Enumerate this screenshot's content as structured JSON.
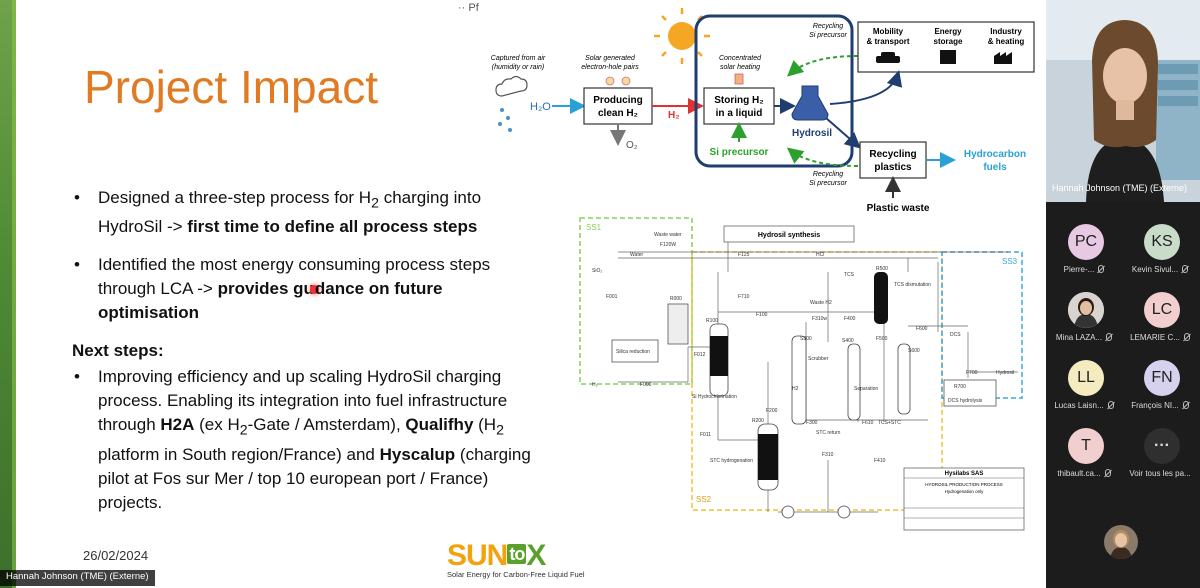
{
  "slide": {
    "title": "Project Impact",
    "share_indicator": "·· Pf",
    "bullets": [
      {
        "prefix": "Designed a three-step process for H",
        "sub": "2",
        "mid": " charging into HydroSil -> ",
        "bold": "first time to define all process steps"
      },
      {
        "prefix": "Identified the most energy consuming process steps through LCA -> ",
        "bold_a": "provides gu",
        "bold_b": "dance on future optimisation"
      }
    ],
    "next_steps_heading": "Next steps:",
    "next_steps_bullet": {
      "t1": "Improving efficiency and up scaling HydroSil charging process. Enabling its integration into fuel infrastructure through ",
      "b1": "H2A",
      "t2": " (ex H",
      "s1": "2",
      "t3": "-Gate / Amsterdam), ",
      "b2": "Qualifhy",
      "t4": " (H",
      "s2": "2",
      "t5": " platform in South region/France) and ",
      "b3": "Hyscalup",
      "t6": " (charging pilot at Fos sur Mer / top 10 european port / France) projects."
    },
    "bullet_char": "•",
    "date": "26/02/2024",
    "logo": {
      "sun": "SUN",
      "to": "to",
      "x": "X",
      "subtitle": "Solar Energy for Carbon-Free Liquid Fuel"
    }
  },
  "diagram": {
    "captured": [
      "Captured from air",
      "(humidity or rain)"
    ],
    "solar_pairs": [
      "Solar generated",
      "electron-hole pairs"
    ],
    "concentrated": [
      "Concentrated",
      "solar heating"
    ],
    "h2o": "H₂O",
    "producing": [
      "Producing",
      "clean H₂"
    ],
    "h2": "H₂",
    "o2": "O₂",
    "storing": [
      "Storing H₂",
      "in a liquid"
    ],
    "hydrosil": "Hydrosil",
    "si_precursor": "Si precursor",
    "recycling_top": [
      "Recycling",
      "Si precursor"
    ],
    "recycling_bottom": [
      "Recycling",
      "Si precursor"
    ],
    "mobility": [
      "Mobility",
      "& transport"
    ],
    "energy": [
      "Energy",
      "storage"
    ],
    "industry": [
      "Industry",
      "& heating"
    ],
    "recycling_plastics": [
      "Recycling",
      "plastics"
    ],
    "hydrocarbon": [
      "Hydrocarbon",
      "fuels"
    ],
    "plastic_waste": "Plastic waste"
  },
  "pfd": {
    "title": "Hydrosil synthesis",
    "ss1": "SS1",
    "ss2": "SS2",
    "ss3": "SS3",
    "labels": [
      "Waste water",
      "Water",
      "F120W",
      "F125",
      "HCl",
      "TCS",
      "R500",
      "SiO₂",
      "F001",
      "R000",
      "F710",
      "F100",
      "Waste H2",
      "F310w",
      "F400",
      "TCS dismutation",
      "F600",
      "DCS",
      "Silica reduction",
      "R100",
      "F012",
      "S300",
      "S400",
      "F500",
      "S600",
      "Scrubber",
      "Separation",
      "R700",
      "F700",
      "Hydrosil",
      "H₂",
      "F000",
      "Si Hydrochlorination",
      "H2",
      "DCS hydrolysis",
      "R200",
      "F200",
      "F300",
      "F610",
      "TCS+STC",
      "F011",
      "STC return",
      "F310",
      "STC hydrogenation",
      "F410"
    ],
    "titleblock": [
      "Hysilabs SAS",
      "HYDROSIL PRODUCTION PROCESS",
      "Hydrogenation only"
    ]
  },
  "presenter_tag": "Hannah Johnson (TME) (Externe)",
  "panel": {
    "main_video_name": "Hannah Johnson (TME) (Externe)",
    "participants": [
      {
        "initials": "PC",
        "name": "Pierre-...",
        "color": "#e8c9e4"
      },
      {
        "initials": "KS",
        "name": "Kevin Sivul...",
        "color": "#c9dcc9"
      },
      {
        "initials": "",
        "name": "Mina LAZA...",
        "color": "#cfcfcf"
      },
      {
        "initials": "LC",
        "name": "LEMARIE C...",
        "color": "#f1cfcf"
      },
      {
        "initials": "LL",
        "name": "Lucas Laisn...",
        "color": "#f4ecc0"
      },
      {
        "initials": "FN",
        "name": "François NI...",
        "color": "#d6d2ee"
      },
      {
        "initials": "T",
        "name": "thibault.ca...",
        "color": "#f1cfcf"
      },
      {
        "initials": "···",
        "name": "Voir tous les pa...",
        "color": "#2f2f2f"
      }
    ]
  },
  "colors": {
    "accent_orange": "#e07b24",
    "arrow_blue": "#2aa1d6",
    "arrow_green": "#2ca02c",
    "navy": "#1f3d6e"
  }
}
